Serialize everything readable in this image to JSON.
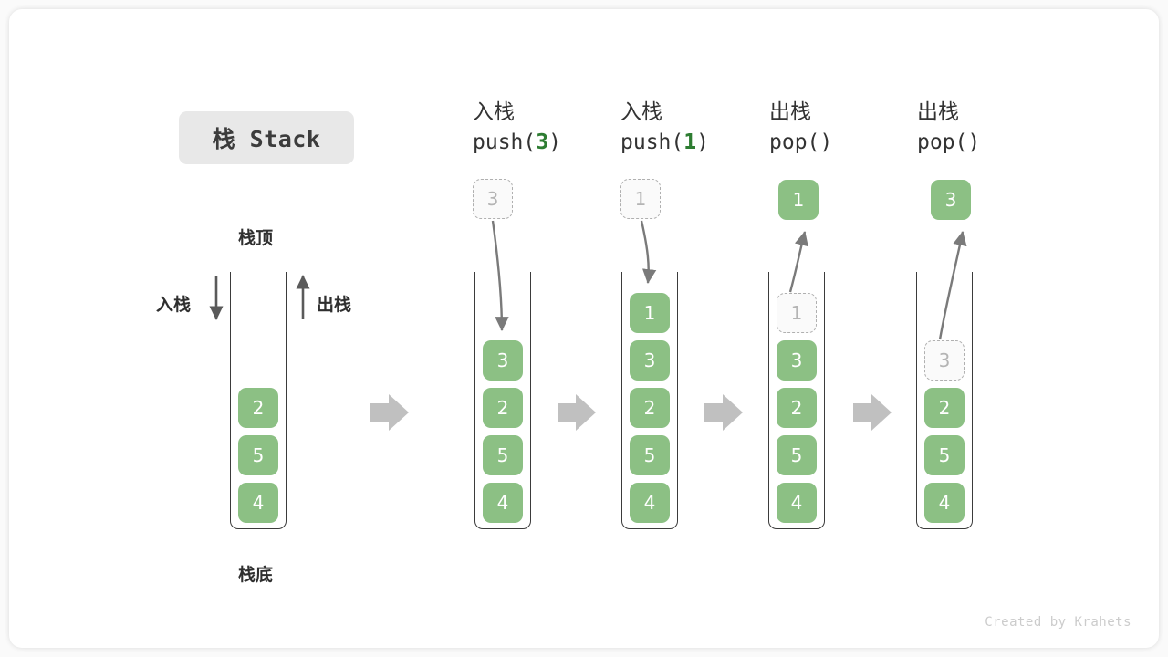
{
  "title": {
    "badge": "栈 Stack"
  },
  "left_panel": {
    "top_label": "栈顶",
    "bottom_label": "栈底",
    "push_label": "入栈",
    "pop_label": "出栈",
    "stack": [
      "2",
      "5",
      "4"
    ]
  },
  "footer": {
    "credit": "Created by Krahets"
  },
  "colors": {
    "cell_green": "#8cc084",
    "code_accent": "#2e7d32",
    "ghost_border": "#b0b0b0",
    "ghost_text": "#b4b4b4",
    "arrow_gray": "#7a7a7a",
    "block_arrow": "#c0c0c0",
    "badge_bg": "#e8e8e8",
    "box_border": "#3b3b3b"
  },
  "steps": [
    {
      "op_cn": "入栈",
      "op_code_prefix": "push(",
      "op_code_value": "3",
      "op_code_suffix": ")",
      "floating_cell": {
        "value": "3",
        "style": "ghost"
      },
      "stack": [
        "3",
        "2",
        "5",
        "4"
      ],
      "ghost_in_stack": null
    },
    {
      "op_cn": "入栈",
      "op_code_prefix": "push(",
      "op_code_value": "1",
      "op_code_suffix": ")",
      "floating_cell": {
        "value": "1",
        "style": "ghost"
      },
      "stack": [
        "1",
        "3",
        "2",
        "5",
        "4"
      ],
      "ghost_in_stack": null
    },
    {
      "op_cn": "出栈",
      "op_code_prefix": "pop(",
      "op_code_value": "",
      "op_code_suffix": ")",
      "floating_cell": {
        "value": "1",
        "style": "solid"
      },
      "stack": [
        "3",
        "2",
        "5",
        "4"
      ],
      "ghost_in_stack": "1"
    },
    {
      "op_cn": "出栈",
      "op_code_prefix": "pop(",
      "op_code_value": "",
      "op_code_suffix": ")",
      "floating_cell": {
        "value": "3",
        "style": "solid"
      },
      "stack": [
        "2",
        "5",
        "4"
      ],
      "ghost_in_stack": "3"
    }
  ],
  "flow_arrows": [
    "block-arrow-right",
    "block-arrow-right",
    "block-arrow-right",
    "block-arrow-right"
  ]
}
